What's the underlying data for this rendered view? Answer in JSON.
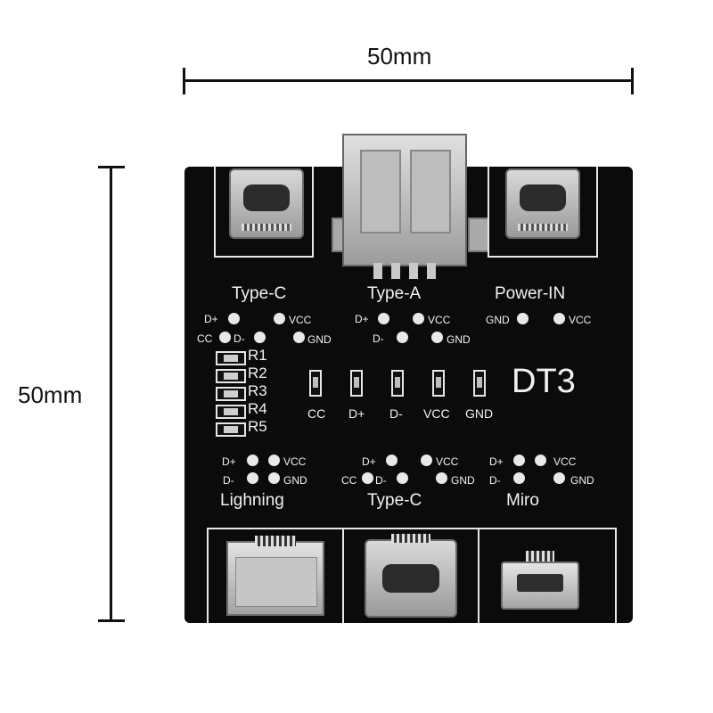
{
  "dimensions": {
    "width_label": "50mm",
    "height_label": "50mm"
  },
  "board": {
    "model": "DT3",
    "top_ports": [
      {
        "label": "Type-C",
        "pins": [
          "D+",
          "VCC",
          "CC",
          "D-",
          "GND"
        ]
      },
      {
        "label": "Type-A",
        "pins": [
          "D+",
          "VCC",
          "D-",
          "GND"
        ]
      },
      {
        "label": "Power-IN",
        "pins": [
          "GND",
          "VCC"
        ]
      }
    ],
    "resistors": [
      "R1",
      "R2",
      "R3",
      "R4",
      "R5"
    ],
    "leds": [
      "CC",
      "D+",
      "D-",
      "VCC",
      "GND"
    ],
    "bottom_ports": [
      {
        "label": "Lighning",
        "pins": [
          "D+",
          "VCC",
          "D-",
          "GND"
        ]
      },
      {
        "label": "Type-C",
        "pins": [
          "D+",
          "VCC",
          "CC",
          "D-",
          "GND"
        ]
      },
      {
        "label": "Miro",
        "pins": [
          "D+",
          "VCC",
          "D-",
          "GND"
        ]
      }
    ]
  },
  "colors": {
    "pcb": "#0b0b0b",
    "silkscreen": "#f2f2f2",
    "metal": "#b8b8b8",
    "background": "#ffffff"
  }
}
